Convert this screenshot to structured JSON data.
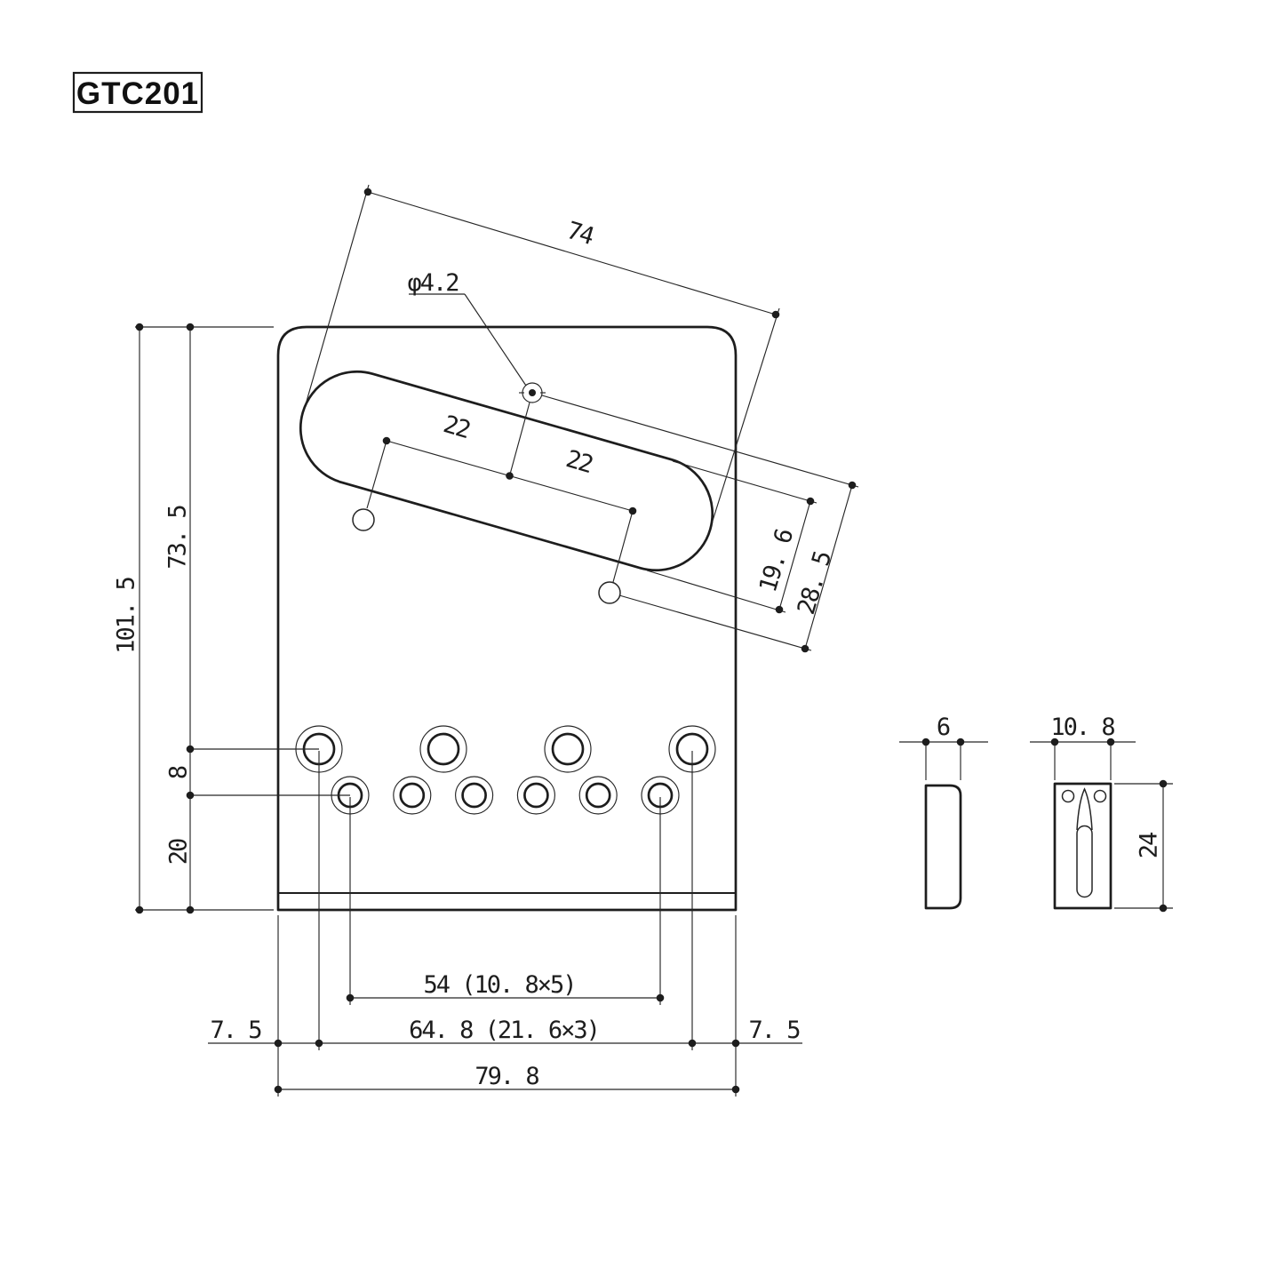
{
  "drawing": {
    "model": "GTC201",
    "ink": "#1d1d1d",
    "background": "#ffffff"
  },
  "dims": {
    "route_length": "74",
    "mount_dia": "φ4.2",
    "pickup_screw_left": "22",
    "pickup_screw_right": "22",
    "route_width": "19. 6",
    "mount_offset": "28. 5",
    "plate_height": "101. 5",
    "top_to_saddles": "73. 5",
    "row_gap": "8",
    "bottom_margin": "20",
    "string_holes_span": "54 (10. 8×5)",
    "saddle_screws_span": "64. 8 (21. 6×3)",
    "left_margin": "7. 5",
    "right_margin": "7. 5",
    "plate_width": "79. 8",
    "saddle_side_width": "6",
    "saddle_top_width": "10. 8",
    "saddle_length": "24"
  }
}
